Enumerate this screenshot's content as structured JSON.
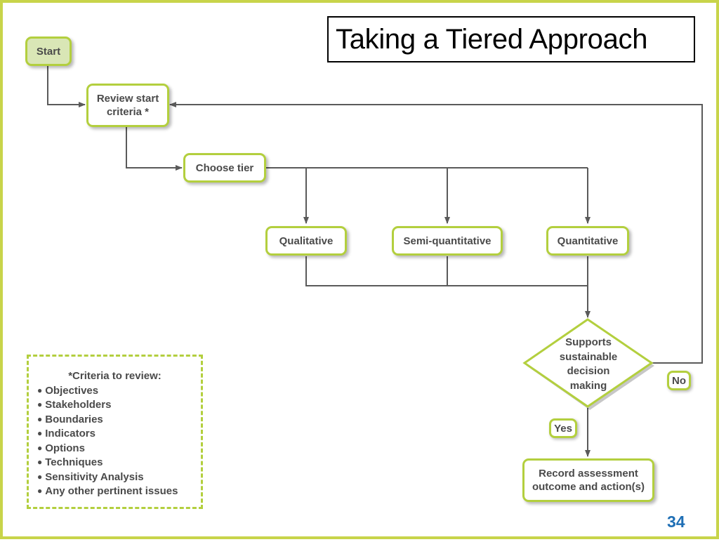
{
  "slide": {
    "title": "Taking a Tiered Approach",
    "page_number": "34"
  },
  "flowchart": {
    "start": "Start",
    "review": [
      "Review start",
      "criteria *"
    ],
    "choose_tier": "Choose tier",
    "tiers": [
      "Qualitative",
      "Semi-quantitative",
      "Quantitative"
    ],
    "decision": [
      "Supports",
      "sustainable",
      "decision",
      "making"
    ],
    "no_label": "No",
    "yes_label": "Yes",
    "record": [
      "Record assessment",
      "outcome and action(s)"
    ]
  },
  "criteria": {
    "title": "*Criteria to review:",
    "items": [
      "Objectives",
      "Stakeholders",
      "Boundaries",
      "Indicators",
      "Options",
      "Techniques",
      "Sensitivity Analysis",
      "Any other pertinent issues"
    ]
  },
  "colors": {
    "accent": "#b3cf3e",
    "slide_border": "#c8d44a",
    "connector": "#5a5a5a",
    "page_number": "#1f6fb5"
  }
}
